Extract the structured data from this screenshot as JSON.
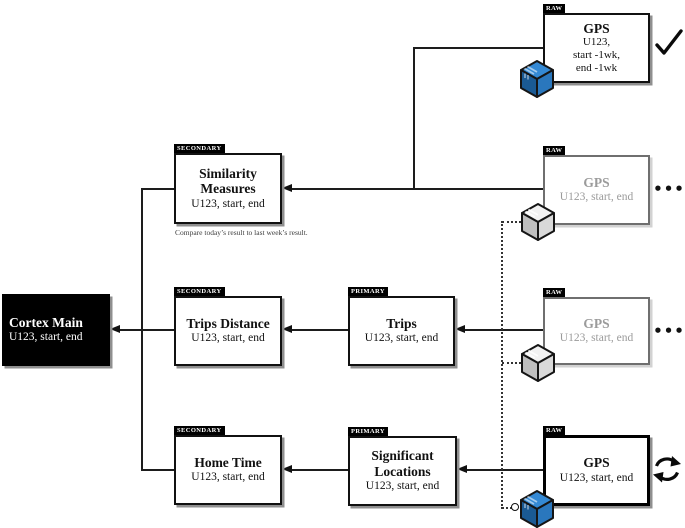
{
  "diagram": {
    "caption_similarity": "Compare today’s result to last week’s result.",
    "tags": {
      "raw": "RAW",
      "primary": "PRIMARY",
      "secondary": "SECONDARY"
    },
    "boxes": {
      "cortex_main": {
        "title": "Cortex Main",
        "subtitle": "U123, start, end"
      },
      "similarity_measures": {
        "tag": "SECONDARY",
        "title": "Similarity Measures",
        "subtitle": "U123, start, end"
      },
      "trips_distance": {
        "tag": "SECONDARY",
        "title": "Trips Distance",
        "subtitle": "U123, start, end"
      },
      "home_time": {
        "tag": "SECONDARY",
        "title": "Home Time",
        "subtitle": "U123, start, end"
      },
      "trips": {
        "tag": "PRIMARY",
        "title": "Trips",
        "subtitle": "U123, start, end"
      },
      "significant_locations": {
        "tag": "PRIMARY",
        "title": "Significant Locations",
        "subtitle": "U123, start, end"
      },
      "gps_last_week": {
        "tag": "RAW",
        "title": "GPS",
        "subtitle_lines": [
          "U123,",
          "start -1wk,",
          "end -1wk"
        ]
      },
      "gps_hidden_1": {
        "tag": "RAW",
        "title": "GPS",
        "subtitle": "U123, start, end"
      },
      "gps_hidden_2": {
        "tag": "RAW",
        "title": "GPS",
        "subtitle": "U123, start, end"
      },
      "gps_current": {
        "tag": "RAW",
        "title": "GPS",
        "subtitle": "U123, start, end"
      }
    },
    "ellipsis": "•••",
    "icons": {
      "completed_status": "check-icon",
      "running_status": "refresh-icon",
      "data_package": "package-cube-icon"
    },
    "colors": {
      "cube_blue_top": "#3489d4",
      "cube_blue_left": "#1a5a94",
      "cube_blue_right": "#2a77bd",
      "cube_gray_top": "#f2f2f2",
      "cube_gray_left": "#bfbfbf",
      "cube_gray_right": "#d9d9d9",
      "inactive_text": "#9b9b9b",
      "line": "#1d1d1d",
      "tag_bg": "#000000",
      "tag_fg": "#ffffff"
    }
  }
}
